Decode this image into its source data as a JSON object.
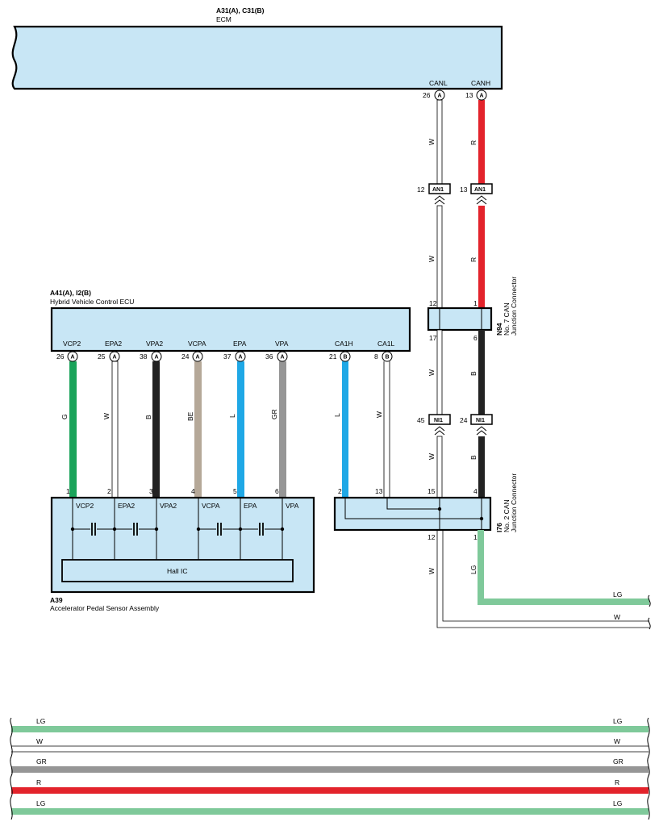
{
  "ecm": {
    "ref": "A31(A), C31(B)",
    "name": "ECM"
  },
  "hv_ecu": {
    "ref": "A41(A), I2(B)",
    "name": "Hybrid Vehicle Control ECU"
  },
  "pedal": {
    "ref": "A39",
    "name": "Accelerator Pedal Sensor Assembly",
    "ic": "Hall IC"
  },
  "n94": {
    "ref": "N94",
    "line1": "No. 7 CAN",
    "line2": "Junction Connector"
  },
  "i76": {
    "ref": "I76",
    "line1": "No. 2 CAN",
    "line2": "Junction Connector"
  },
  "ecm_pins": [
    {
      "name": "CANL",
      "num": "26",
      "conn": "A"
    },
    {
      "name": "CANH",
      "num": "13",
      "conn": "A"
    }
  ],
  "hv_pins": [
    {
      "name": "VCP2",
      "num": "26",
      "conn": "A",
      "wire": "G"
    },
    {
      "name": "EPA2",
      "num": "25",
      "conn": "A",
      "wire": "W"
    },
    {
      "name": "VPA2",
      "num": "38",
      "conn": "A",
      "wire": "B"
    },
    {
      "name": "VCPA",
      "num": "24",
      "conn": "A",
      "wire": "BE"
    },
    {
      "name": "EPA",
      "num": "37",
      "conn": "A",
      "wire": "L"
    },
    {
      "name": "VPA",
      "num": "36",
      "conn": "A",
      "wire": "GR"
    },
    {
      "name": "CA1H",
      "num": "21",
      "conn": "B",
      "wire": "L"
    },
    {
      "name": "CA1L",
      "num": "8",
      "conn": "B",
      "wire": "W"
    }
  ],
  "sensor_pins": [
    {
      "num": "1",
      "name": "VCP2"
    },
    {
      "num": "2",
      "name": "EPA2"
    },
    {
      "num": "3",
      "name": "VPA2"
    },
    {
      "num": "4",
      "name": "VCPA"
    },
    {
      "num": "5",
      "name": "EPA"
    },
    {
      "num": "6",
      "name": "VPA"
    }
  ],
  "inline_connectors": [
    {
      "label": "AN1",
      "left_num": "12",
      "right_num": "13"
    },
    {
      "label": "NI1",
      "left_num": "45",
      "right_num": "24"
    }
  ],
  "junction_pins": {
    "n94_top_w": "12",
    "n94_top_r": "1",
    "n94_bot_w": "17",
    "n94_bot_b": "6",
    "i76_ca1h": "2",
    "i76_ca1l": "13",
    "i76_top_w": "15",
    "i76_top_b": "4",
    "i76_bot_w": "12",
    "i76_bot_lg": "1"
  },
  "wire_labels": {
    "canl_upper": "W",
    "canh_upper": "R",
    "canl_mid": "W",
    "canh_mid": "R",
    "n94_w": "W",
    "n94_b": "B",
    "ni1_w": "W",
    "ni1_b": "B",
    "i76_w": "W",
    "i76_lg": "LG"
  },
  "right_exit_wires": [
    {
      "label": "LG",
      "color": "#7fc99a"
    },
    {
      "label": "W",
      "color": "#ffffff"
    }
  ],
  "bottom_buses": [
    {
      "label": "LG",
      "color": "#7fc99a"
    },
    {
      "label": "W",
      "color": "#ffffff"
    },
    {
      "label": "GR",
      "color": "#969696"
    },
    {
      "label": "R",
      "color": "#e3232b"
    },
    {
      "label": "LG",
      "color": "#7fc99a"
    }
  ],
  "colors": {
    "box_fill": "#c8e6f5",
    "G": "#1aa35a",
    "W": "#ffffff",
    "B": "#222222",
    "BE": "#b5a898",
    "L": "#1fa8e6",
    "GR": "#969696",
    "R": "#e3232b",
    "LG": "#7fc99a"
  }
}
